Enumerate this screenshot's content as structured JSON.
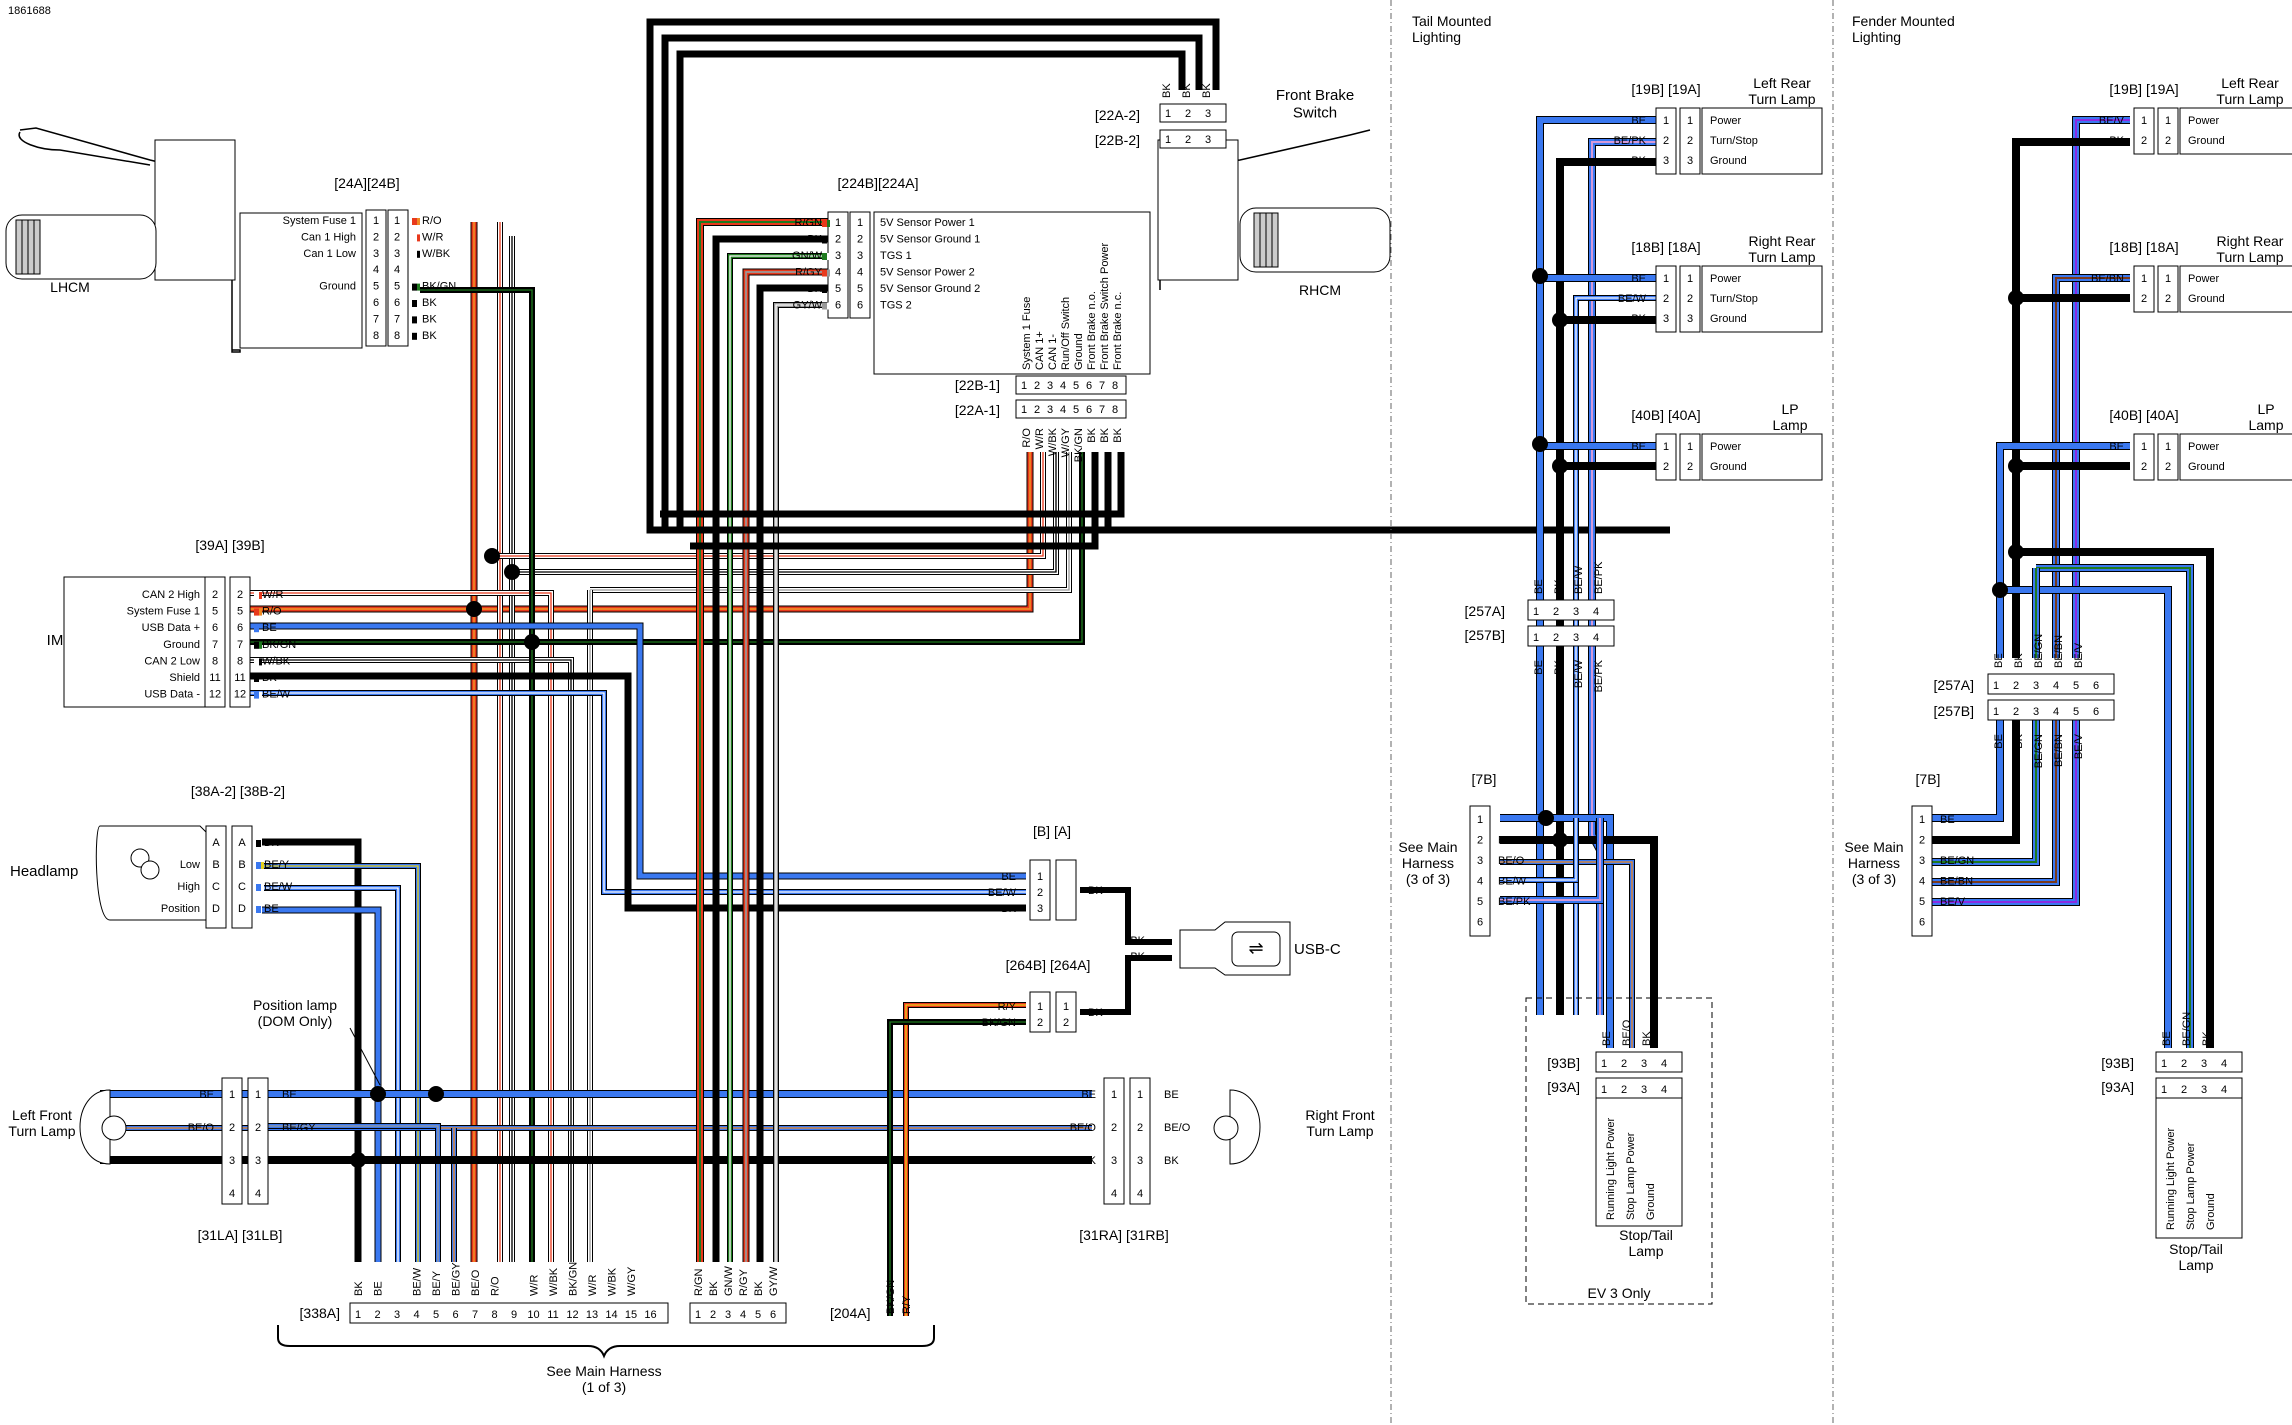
{
  "doc_id": "1861688",
  "colors": {
    "BK": "#000000",
    "BE": "#3a78f0",
    "R": "#e8391c",
    "W": "#ffffff",
    "GN": "#1e7a1e",
    "BN": "#7a3a1c",
    "Y": "#e8d21c",
    "V": "#8a2be2",
    "PK": "#d59ad9",
    "O": "#f08a24",
    "GY": "#9a9a9a"
  },
  "sections": {
    "tail": "Tail Mounted\nLighting",
    "fender": "Fender Mounted\nLighting"
  },
  "components": {
    "lhcm": "LHCM",
    "rhcm": "RHCM",
    "im": "IM",
    "headlamp": "Headlamp",
    "position_lamp": "Position lamp\n(DOM Only)",
    "left_front_turn": "Left Front\nTurn Lamp",
    "right_front_turn": "Right Front\nTurn Lamp",
    "front_brake_switch": "Front Brake\nSwitch",
    "usb_c": "USB-C",
    "see_main_1": "See Main Harness\n(1 of 3)",
    "see_main_3": "See Main\nHarness\n(3 of 3)",
    "stop_tail": "Stop/Tail\nLamp",
    "ev3_only": "EV 3 Only",
    "left_rear_turn": "Left Rear\nTurn Lamp",
    "right_rear_turn": "Right Rear\nTurn Lamp",
    "lp_lamp": "LP\nLamp"
  },
  "connectors": {
    "c24": "[24A][24B]",
    "c224": "[224B][224A]",
    "c22a2": "[22A-2]",
    "c22b2": "[22B-2]",
    "c22b1": "[22B-1]",
    "c22a1": "[22A-1]",
    "c39": "[39A]  [39B]",
    "c38": "[38A-2]  [38B-2]",
    "cBA": "[B] [A]",
    "c264": "[264B]  [264A]",
    "c31L": "[31LA]  [31LB]",
    "c31R": "[31RA]  [31RB]",
    "c338": "[338A]",
    "c204": "[204A]",
    "c19": "[19B]  [19A]",
    "c18": "[18B]  [18A]",
    "c40": "[40B]  [40A]",
    "c257a": "[257A]",
    "c257b": "[257B]",
    "c7b": "[7B]",
    "c93b": "[93B]",
    "c93a": "[93A]"
  },
  "lhcm_pins": [
    {
      "pin": "1",
      "func": "System Fuse 1",
      "wire": "R/O"
    },
    {
      "pin": "2",
      "func": "Can 1 High",
      "wire": "W/R"
    },
    {
      "pin": "3",
      "func": "Can 1 Low",
      "wire": "W/BK"
    },
    {
      "pin": "4",
      "func": "",
      "wire": ""
    },
    {
      "pin": "5",
      "func": "Ground",
      "wire": "BK/GN"
    },
    {
      "pin": "6",
      "func": "",
      "wire": "BK"
    },
    {
      "pin": "7",
      "func": "",
      "wire": "BK"
    },
    {
      "pin": "8",
      "func": "",
      "wire": "BK"
    }
  ],
  "rhcm_pins": [
    {
      "pin": "1",
      "func": "5V Sensor Power 1",
      "wire": "R/GN"
    },
    {
      "pin": "2",
      "func": "5V Sensor Ground 1",
      "wire": "BK"
    },
    {
      "pin": "3",
      "func": "TGS 1",
      "wire": "GN/W"
    },
    {
      "pin": "4",
      "func": "5V Sensor Power 2",
      "wire": "R/GY"
    },
    {
      "pin": "5",
      "func": "5V Sensor Ground 2",
      "wire": "BK"
    },
    {
      "pin": "6",
      "func": "TGS 2",
      "wire": "GY/W"
    }
  ],
  "c22_1_funcs": [
    "System 1 Fuse",
    "CAN 1+",
    "CAN 1-",
    "Run/Off Switch",
    "Ground",
    "Front Brake n.o.",
    "Front Brake Switch Power",
    "Front Brake n.c."
  ],
  "c22_1_wires": [
    "R/O",
    "W/R",
    "W/BK",
    "W/GY",
    "BK/GN",
    "BK",
    "BK",
    "BK"
  ],
  "c22_2_wires": [
    "BK",
    "BK",
    "BK"
  ],
  "im_pins": [
    {
      "pin": "2",
      "func": "CAN 2 High",
      "wire": "W/R"
    },
    {
      "pin": "5",
      "func": "System Fuse 1",
      "wire": "R/O"
    },
    {
      "pin": "6",
      "func": "USB Data +",
      "wire": "BE"
    },
    {
      "pin": "7",
      "func": "Ground",
      "wire": "BK/GN"
    },
    {
      "pin": "8",
      "func": "CAN 2 Low",
      "wire": "W/BK"
    },
    {
      "pin": "11",
      "func": "Shield",
      "wire": "BK"
    },
    {
      "pin": "12",
      "func": "USB Data -",
      "wire": "BE/W"
    }
  ],
  "headlamp_pins": [
    {
      "pin": "A",
      "label": "",
      "wire": "BK"
    },
    {
      "pin": "B",
      "label": "Low",
      "wire": "BE/Y"
    },
    {
      "pin": "C",
      "label": "High",
      "wire": "BE/W"
    },
    {
      "pin": "D",
      "label": "Position",
      "wire": "BE"
    }
  ],
  "usb_pins": [
    {
      "pin": "1",
      "wire": "BE"
    },
    {
      "pin": "2",
      "wire": "BE/W"
    },
    {
      "pin": "3",
      "wire": "BK"
    }
  ],
  "usb_right": [
    "BK",
    "BK",
    "BK"
  ],
  "c264_pins": [
    {
      "pin": "1",
      "wire": "R/Y"
    },
    {
      "pin": "2",
      "wire": "BK/GN"
    }
  ],
  "c264_right": "BK",
  "front_turn_wires": [
    "BE",
    "BE/O",
    "BK"
  ],
  "front_turn_wires_b": [
    "BE",
    "BE/GY",
    "BK"
  ],
  "c338_wires": [
    "BK",
    "BE",
    "",
    "BE/W",
    "BE/Y",
    "BE/GY",
    "BE/O",
    "R/O",
    "",
    "W/R",
    "W/BK",
    "BK/GN",
    "W/R",
    "W/BK",
    "W/GY",
    ""
  ],
  "c204_wires": [
    "R/GN",
    "BK",
    "GN/W",
    "R/GY",
    "BK",
    "GY/W"
  ],
  "c264_down": [
    "BK/GN",
    "R/Y"
  ],
  "tail": {
    "c19_left": [
      "BE",
      "BE/PK",
      "BK"
    ],
    "c19_funcs": [
      "Power",
      "Turn/Stop",
      "Ground"
    ],
    "c18_left": [
      "BE",
      "BE/W",
      "BK"
    ],
    "c18_funcs": [
      "Power",
      "Turn/Stop",
      "Ground"
    ],
    "c40_left": [
      "BE",
      "BK"
    ],
    "c40_funcs": [
      "Power",
      "Ground"
    ],
    "c257_top": [
      "BE",
      "BK",
      "BE/W",
      "BE/PK"
    ],
    "c257_bot": [
      "BE",
      "BK",
      "BE/W",
      "BE/PK"
    ],
    "c7b": [
      {
        "pin": "1",
        "wire": ""
      },
      {
        "pin": "2",
        "wire": "BK"
      },
      {
        "pin": "3",
        "wire": "BE/O"
      },
      {
        "pin": "4",
        "wire": "BE/W"
      },
      {
        "pin": "5",
        "wire": "BE/PK"
      },
      {
        "pin": "6",
        "wire": ""
      }
    ],
    "c93_top": [
      "BE",
      "BE/O",
      "BK",
      ""
    ],
    "c93_funcs": [
      "Running Light Power",
      "Stop Lamp Power",
      "Ground"
    ]
  },
  "fender": {
    "c19_left": [
      "BE/V",
      "BK"
    ],
    "c19_funcs": [
      "Power",
      "Ground"
    ],
    "c18_left": [
      "BE/BN",
      "BK"
    ],
    "c18_funcs": [
      "Power",
      "Ground"
    ],
    "c40_left": [
      "BE",
      "BK"
    ],
    "c40_funcs": [
      "Power",
      "Ground"
    ],
    "c257_top": [
      "BE",
      "BK",
      "BE/GN",
      "BE/BN",
      "BE/V",
      ""
    ],
    "c257_bot": [
      "BE",
      "BK",
      "BE/GN",
      "BE/BN",
      "BE/V",
      ""
    ],
    "c7b": [
      {
        "pin": "1",
        "wire": "BE"
      },
      {
        "pin": "2",
        "wire": "BK"
      },
      {
        "pin": "3",
        "wire": "BE/GN"
      },
      {
        "pin": "4",
        "wire": "BE/BN"
      },
      {
        "pin": "5",
        "wire": "BE/V"
      },
      {
        "pin": "6",
        "wire": ""
      }
    ],
    "c93_top": [
      "BE",
      "BE/GN",
      "BK",
      ""
    ],
    "c93_funcs": [
      "Running Light Power",
      "Stop Lamp Power",
      "Ground"
    ]
  }
}
